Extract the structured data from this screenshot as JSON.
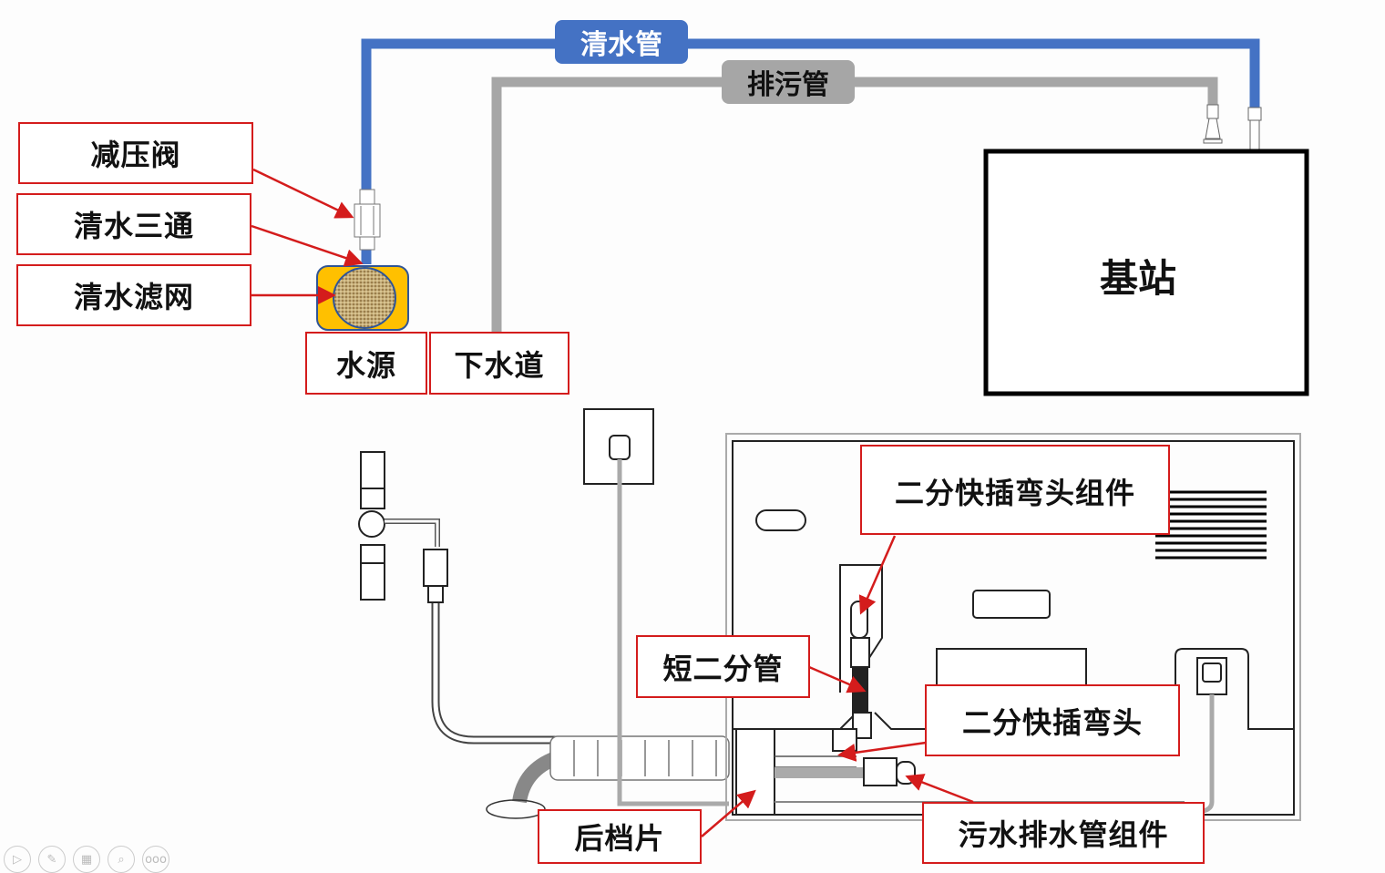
{
  "pipes": {
    "clean_water_pipe": "清水管",
    "drain_pipe": "排污管"
  },
  "base_station": "基站",
  "labels": {
    "pressure_valve": "减压阀",
    "tee": "清水三通",
    "filter": "清水滤网",
    "water_source": "水源",
    "sewer": "下水道",
    "elbow_assembly": "二分快插弯头组件",
    "short_pipe": "短二分管",
    "elbow": "二分快插弯头",
    "drain_assembly": "污水排水管组件",
    "back_plate": "后档片"
  },
  "colors": {
    "clean_water": "#4472c4",
    "drain": "#a6a6a6",
    "callout": "#d41c1c",
    "filter_bg": "#ffc000"
  },
  "toolbar": {
    "icons": [
      "play-icon",
      "pen-icon",
      "grid-icon",
      "zoom-icon",
      "more-icon"
    ],
    "glyphs": [
      "▷",
      "✎",
      "▦",
      "⌕",
      "ooo"
    ]
  }
}
